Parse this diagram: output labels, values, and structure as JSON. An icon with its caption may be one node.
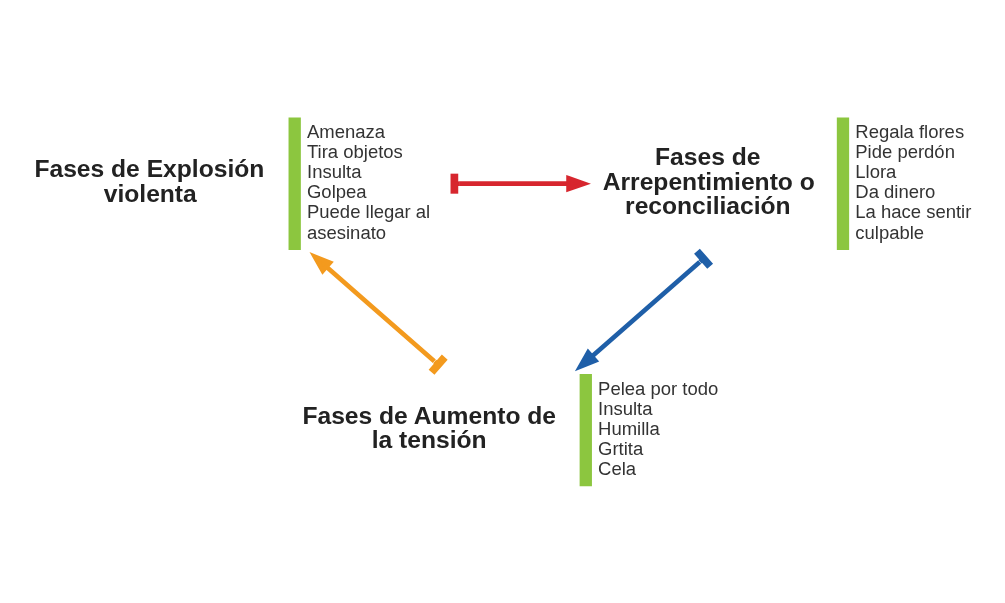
{
  "diagram": {
    "nodes": [
      {
        "text": [
          "Fases de Explosión violenta"
        ],
        "beside": [
          "Amenaza",
          "Tira objetos",
          "Insulta",
          "Golpea",
          "Puede llegar al asesinato"
        ]
      },
      {
        "text": [
          "Fases de Arrepentimiento o reconciliación"
        ],
        "beside": [
          "Regala flores",
          "Pide perdón",
          "Llora",
          "Da dinero",
          "La hace sentir culpable"
        ]
      },
      {
        "text": [
          "Fases de Aumento de la tensión"
        ],
        "beside": [
          "Pelea por todo",
          "Insulta",
          "Humilla",
          "Grtita",
          "Cela"
        ]
      }
    ],
    "edges": [
      {
        "from": 0,
        "to": 1,
        "arrow": "to",
        "color": "#d7262e"
      },
      {
        "from": 1,
        "to": 2,
        "arrow": "to",
        "color": "#1f5fa8"
      },
      {
        "from": 2,
        "to": 0,
        "arrow": "to",
        "color": "#f39a1e"
      }
    ]
  }
}
